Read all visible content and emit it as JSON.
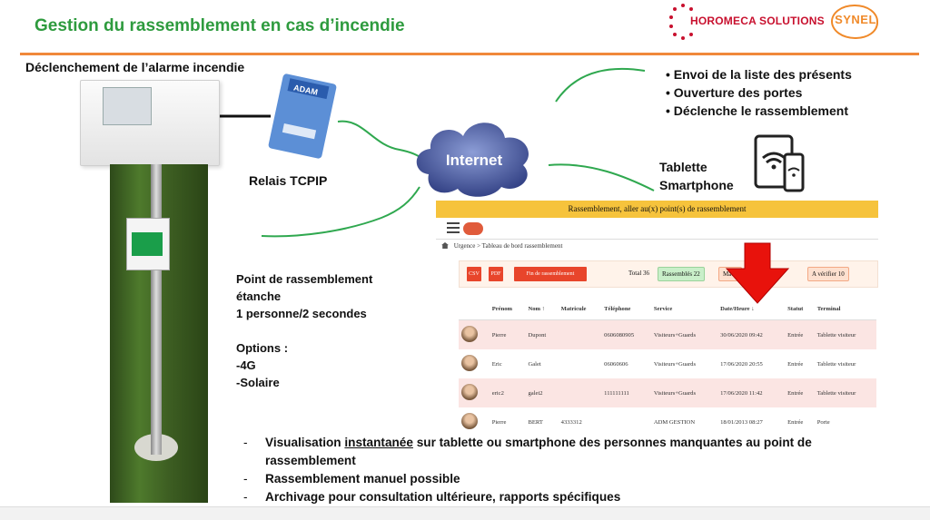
{
  "header": {
    "title": "Gestion du rassemblement en cas d’incendie",
    "brand_partner": "HOROMECA SOLUTIONS",
    "brand_logo": "SYNEL",
    "accent_color": "#2e9b3e",
    "rule_color": "#f0883a"
  },
  "diagram": {
    "trigger_heading": "Déclenchement de l’alarme incendie",
    "relay_label": "Relais TCPIP",
    "cloud_label": "Internet",
    "benefits": [
      "Envoi de la liste des présents",
      "Ouverture des portes",
      "Déclenche le rassemblement"
    ],
    "device_label_line1": "Tablette",
    "device_label_line2": "Smartphone",
    "device_icon": "tablet-smartphone-wifi-icon",
    "assembly_info": "Point de rassemblement\nétanche\n1 personne/2 secondes\n\nOptions :\n-4G\n-Solaire"
  },
  "app": {
    "topbar_title": "Rassemblement, aller au(x) point(s) de rassemblement",
    "breadcrumb_home": "Urgence",
    "breadcrumb_page": "Tableau de bord rassemblement",
    "btn_csv": "CSV",
    "btn_pdf": "PDF",
    "btn_end": "Fin de rassemblement",
    "stat_total": "Total 36",
    "stat_gathered": "Rassemblés 22",
    "stat_missing": "Ma…",
    "stat_verify": "A vérifier 10",
    "columns": [
      "",
      "Prénom",
      "Nom ↑",
      "Matricule",
      "Téléphone",
      "Service",
      "Date/Heure ↓",
      "Statut",
      "Terminal"
    ],
    "rows": [
      {
        "prenom": "Pierre",
        "nom": "Dupont",
        "matricule": "",
        "telephone": "0606080905",
        "service": "Visiteurs+Guards",
        "date": "30/06/2020 09:42",
        "statut": "Entrée",
        "terminal": "Tablette visiteur"
      },
      {
        "prenom": "Eric",
        "nom": "Galet",
        "matricule": "",
        "telephone": "06060606",
        "service": "Visiteurs+Guards",
        "date": "17/06/2020 20:55",
        "statut": "Entrée",
        "terminal": "Tablette visiteur"
      },
      {
        "prenom": "eric2",
        "nom": "galet2",
        "matricule": "",
        "telephone": "111111111",
        "service": "Visiteurs+Guards",
        "date": "17/06/2020 11:42",
        "statut": "Entrée",
        "terminal": "Tablette visiteur"
      },
      {
        "prenom": "Pierre",
        "nom": "BERT",
        "matricule": "4333312",
        "telephone": "",
        "service": "ADM GESTION",
        "date": "18/01/2013 08:27",
        "statut": "Entrée",
        "terminal": "Porte"
      }
    ]
  },
  "features": {
    "item1_prefix": "Visualisation ",
    "item1_emphasis": "instantanée",
    "item1_suffix": " sur tablette ou smartphone des personnes manquantes au point de rassemblement",
    "item2": "Rassemblement manuel possible",
    "item3": "Archivage pour consultation ultérieure, rapports spécifiques"
  }
}
